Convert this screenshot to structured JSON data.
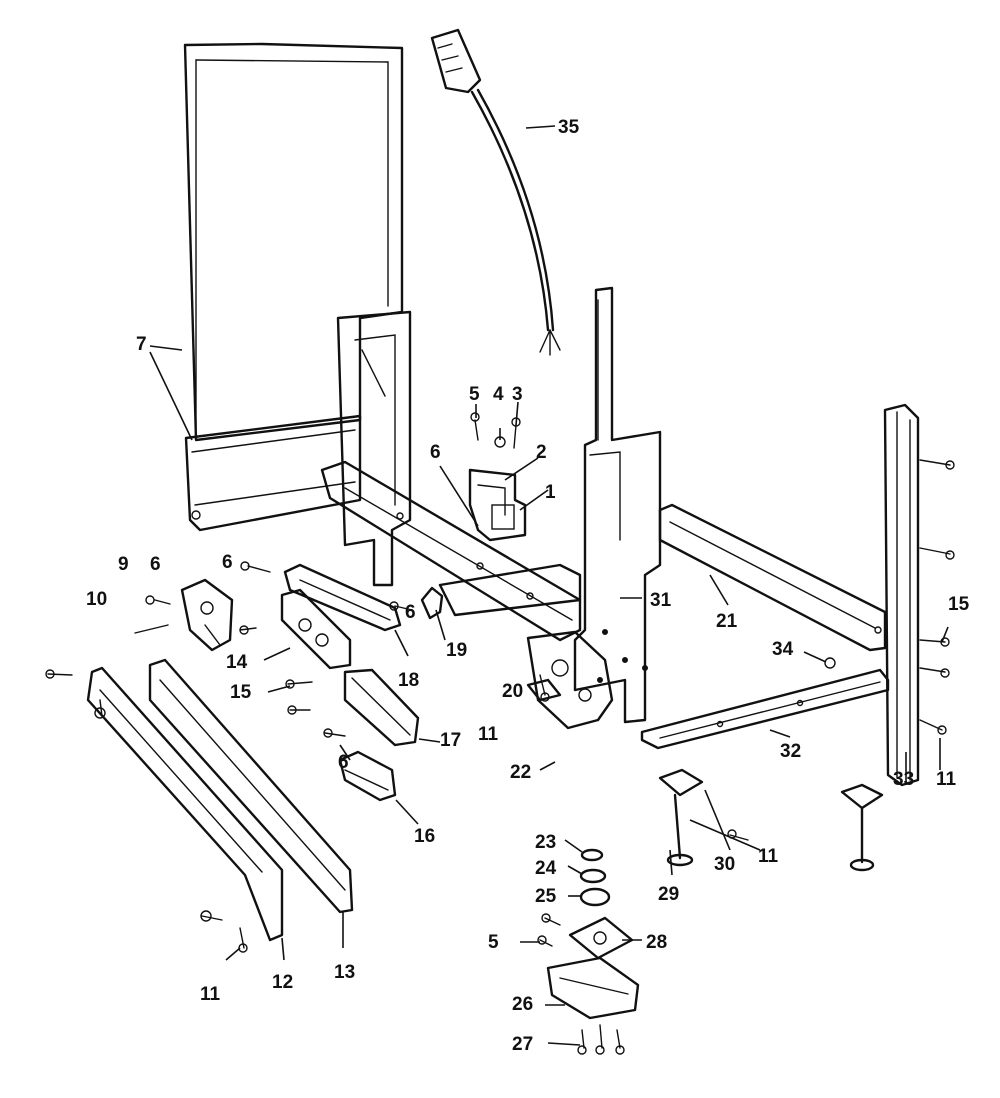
{
  "callouts": [
    {
      "id": "c1",
      "text": "1"
    },
    {
      "id": "c2",
      "text": "2"
    },
    {
      "id": "c3",
      "text": "3"
    },
    {
      "id": "c4",
      "text": "4"
    },
    {
      "id": "c5a",
      "text": "5"
    },
    {
      "id": "c5b",
      "text": "5"
    },
    {
      "id": "c6a",
      "text": "6"
    },
    {
      "id": "c6b",
      "text": "6"
    },
    {
      "id": "c6c",
      "text": "6"
    },
    {
      "id": "c6d",
      "text": "6"
    },
    {
      "id": "c6e",
      "text": "6"
    },
    {
      "id": "c7",
      "text": "7"
    },
    {
      "id": "c9",
      "text": "9"
    },
    {
      "id": "c10",
      "text": "10"
    },
    {
      "id": "c11a",
      "text": "11"
    },
    {
      "id": "c11b",
      "text": "11"
    },
    {
      "id": "c11c",
      "text": "11"
    },
    {
      "id": "c11d",
      "text": "11"
    },
    {
      "id": "c12",
      "text": "12"
    },
    {
      "id": "c13",
      "text": "13"
    },
    {
      "id": "c14",
      "text": "14"
    },
    {
      "id": "c15a",
      "text": "15"
    },
    {
      "id": "c15b",
      "text": "15"
    },
    {
      "id": "c16",
      "text": "16"
    },
    {
      "id": "c17",
      "text": "17"
    },
    {
      "id": "c18",
      "text": "18"
    },
    {
      "id": "c19",
      "text": "19"
    },
    {
      "id": "c20",
      "text": "20"
    },
    {
      "id": "c21",
      "text": "21"
    },
    {
      "id": "c22",
      "text": "22"
    },
    {
      "id": "c23",
      "text": "23"
    },
    {
      "id": "c24",
      "text": "24"
    },
    {
      "id": "c25",
      "text": "25"
    },
    {
      "id": "c26",
      "text": "26"
    },
    {
      "id": "c27",
      "text": "27"
    },
    {
      "id": "c28",
      "text": "28"
    },
    {
      "id": "c29",
      "text": "29"
    },
    {
      "id": "c30",
      "text": "30"
    },
    {
      "id": "c31",
      "text": "31"
    },
    {
      "id": "c32",
      "text": "32"
    },
    {
      "id": "c33",
      "text": "33"
    },
    {
      "id": "c34",
      "text": "34"
    },
    {
      "id": "c35",
      "text": "35"
    }
  ]
}
